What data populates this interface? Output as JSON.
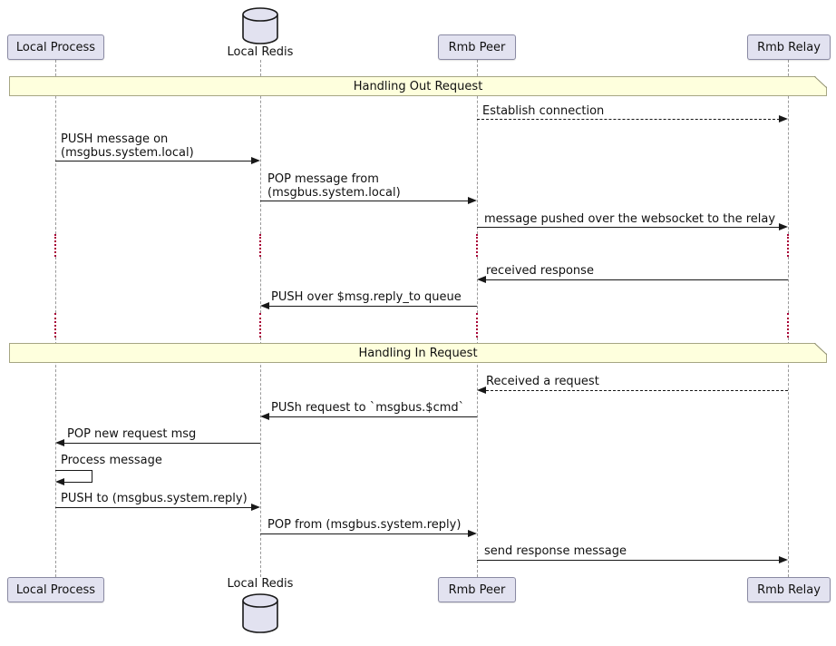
{
  "participants": [
    {
      "name": "Local Process",
      "kind": "box"
    },
    {
      "name": "Local Redis",
      "kind": "database"
    },
    {
      "name": "Rmb Peer",
      "kind": "box"
    },
    {
      "name": "Rmb Relay",
      "kind": "box"
    }
  ],
  "sections": [
    {
      "title": "Handling Out Request"
    },
    {
      "title": "Handling In Request"
    }
  ],
  "messages": [
    {
      "from": "Rmb Peer",
      "to": "Rmb Relay",
      "label": "Establish connection",
      "line": "dashed"
    },
    {
      "from": "Local Process",
      "to": "Local Redis",
      "label": "PUSH message on\n(msgbus.system.local)",
      "line": "solid"
    },
    {
      "from": "Local Redis",
      "to": "Rmb Peer",
      "label": "POP message from\n(msgbus.system.local)",
      "line": "solid"
    },
    {
      "from": "Rmb Peer",
      "to": "Rmb Relay",
      "label": "message pushed over the websocket to the relay",
      "line": "solid"
    },
    {
      "from": "Rmb Relay",
      "to": "Rmb Peer",
      "label": "received response",
      "line": "solid"
    },
    {
      "from": "Rmb Peer",
      "to": "Local Redis",
      "label": "PUSH over $msg.reply_to queue",
      "line": "solid"
    },
    {
      "from": "Rmb Relay",
      "to": "Rmb Peer",
      "label": "Received a request",
      "line": "dashed"
    },
    {
      "from": "Rmb Peer",
      "to": "Local Redis",
      "label": "PUSh request to `msgbus.$cmd`",
      "line": "solid"
    },
    {
      "from": "Local Redis",
      "to": "Local Process",
      "label": "POP new request msg",
      "line": "solid"
    },
    {
      "from": "Local Process",
      "to": "Local Process",
      "label": "Process message",
      "line": "solid"
    },
    {
      "from": "Local Process",
      "to": "Local Redis",
      "label": "PUSH to (msgbus.system.reply)",
      "line": "solid"
    },
    {
      "from": "Local Redis",
      "to": "Rmb Peer",
      "label": "POP from (msgbus.system.reply)",
      "line": "solid"
    },
    {
      "from": "Rmb Peer",
      "to": "Rmb Relay",
      "label": "send response message",
      "line": "solid"
    }
  ],
  "colors": {
    "participant_fill": "#E2E2F0",
    "participant_border": "#8a8aa3",
    "note_fill": "#FEFFDD",
    "note_border": "#a6a683",
    "lifeline": "#9a9a9a",
    "delay_dots": "#A80036",
    "arrow": "#181818",
    "text": "#111111"
  }
}
